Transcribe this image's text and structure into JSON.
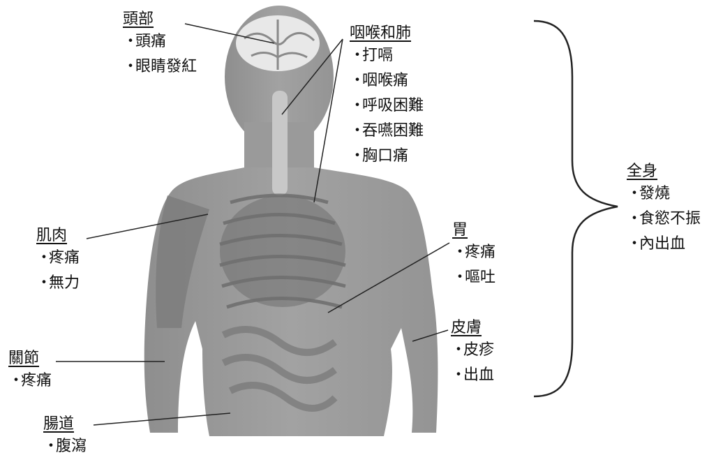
{
  "labels": {
    "head": {
      "title": "頭部",
      "items": [
        "頭痛",
        "眼睛發紅"
      ]
    },
    "throat_lungs": {
      "title": "咽喉和肺",
      "items": [
        "打嗝",
        "咽喉痛",
        "呼吸困難",
        "吞嚥困難",
        "胸口痛"
      ]
    },
    "muscle": {
      "title": "肌肉",
      "items": [
        "疼痛",
        "無力"
      ]
    },
    "stomach": {
      "title": "胃",
      "items": [
        "疼痛",
        "嘔吐"
      ]
    },
    "skin": {
      "title": "皮膚",
      "items": [
        "皮疹",
        "出血"
      ]
    },
    "joints": {
      "title": "關節",
      "items": [
        "疼痛"
      ]
    },
    "intestine": {
      "title": "腸道",
      "items": [
        "腹瀉"
      ]
    },
    "whole_body": {
      "title": "全身",
      "items": [
        "發燒",
        "食慾不振",
        "內出血"
      ]
    }
  },
  "bullet": "・",
  "colors": {
    "figure": "#9c9c9c",
    "organs": "#6f6f6f",
    "lines": "#222222"
  }
}
